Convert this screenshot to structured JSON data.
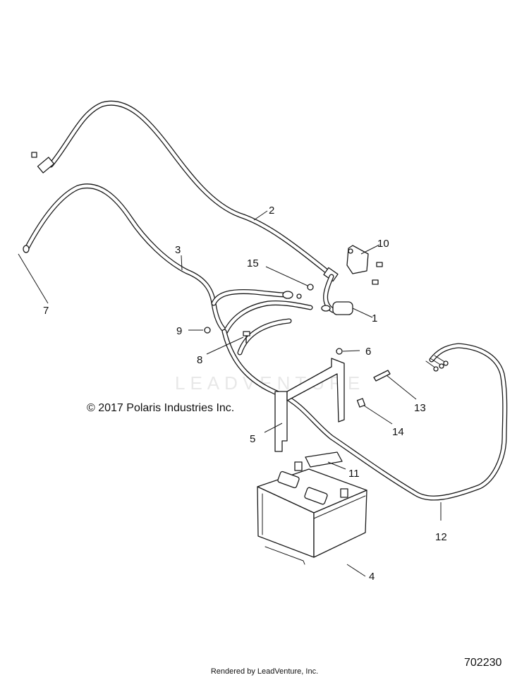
{
  "watermark": "LEADVENTURE",
  "copyright": "© 2017 Polaris Industries Inc.",
  "diagram_id": "702230",
  "footer": "Rendered by LeadVenture, Inc.",
  "callouts": {
    "c1": "1",
    "c2": "2",
    "c3": "3",
    "c4": "4",
    "c5": "5",
    "c6": "6",
    "c7": "7",
    "c8": "8",
    "c9": "9",
    "c10": "10",
    "c11": "11",
    "c12": "12",
    "c13": "13",
    "c14": "14",
    "c15": "15"
  }
}
